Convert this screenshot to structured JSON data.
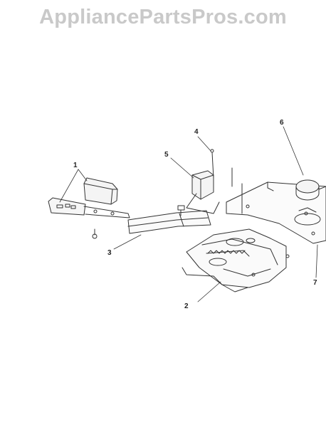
{
  "watermark": {
    "text": "AppliancePartsPros.com"
  },
  "callouts": {
    "c1": "1",
    "c2": "2",
    "c3": "3",
    "c4": "4",
    "c5": "5",
    "c6": "6",
    "c7": "7"
  },
  "colors": {
    "line": "#333333",
    "watermark": "#c9c9c9",
    "background": "#ffffff"
  }
}
